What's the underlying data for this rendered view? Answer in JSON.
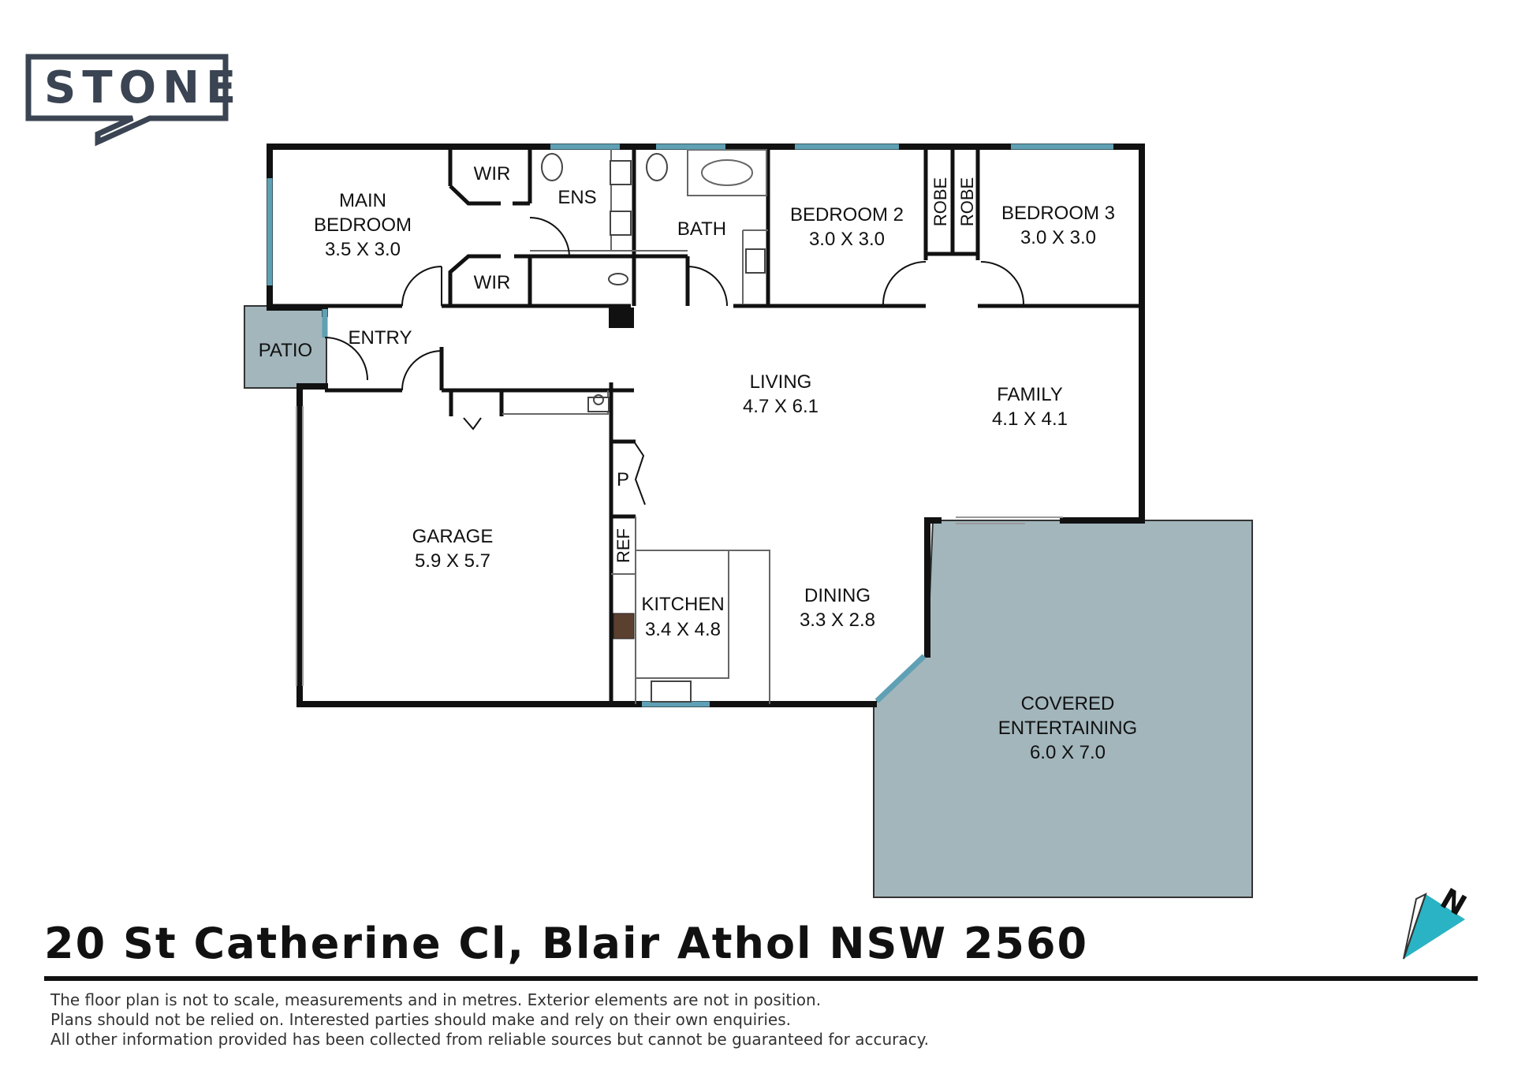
{
  "logo": {
    "text": "STONE"
  },
  "rooms": {
    "main_bedroom": {
      "name_line1": "MAIN",
      "name_line2": "BEDROOM",
      "size": "3.5 X 3.0"
    },
    "wir_top": {
      "name": "WIR"
    },
    "wir_bottom": {
      "name": "WIR"
    },
    "ens": {
      "name": "ENS"
    },
    "bath": {
      "name": "BATH"
    },
    "bedroom2": {
      "name": "BEDROOM 2",
      "size": "3.0 X 3.0"
    },
    "robe1": {
      "name": "ROBE"
    },
    "robe2": {
      "name": "ROBE"
    },
    "bedroom3": {
      "name": "BEDROOM 3",
      "size": "3.0 X 3.0"
    },
    "patio": {
      "name": "PATIO"
    },
    "entry": {
      "name": "ENTRY"
    },
    "living": {
      "name": "LIVING",
      "size": "4.7 X 6.1"
    },
    "family": {
      "name": "FAMILY",
      "size": "4.1 X 4.1"
    },
    "garage": {
      "name": "GARAGE",
      "size": "5.9 X 5.7"
    },
    "pantry": {
      "name": "P"
    },
    "ref": {
      "name": "REF"
    },
    "kitchen": {
      "name": "KITCHEN",
      "size": "3.4 X 4.8"
    },
    "dining": {
      "name": "DINING",
      "size": "3.3 X 2.8"
    },
    "covered_entertaining": {
      "name_line1": "COVERED",
      "name_line2": "ENTERTAINING",
      "size": "6.0 X 7.0"
    }
  },
  "compass": {
    "label": "N"
  },
  "address": "20 St Catherine Cl, Blair Athol NSW 2560",
  "disclaimer": [
    "The floor plan is not to scale, measurements and in metres. Exterior elements are not in position.",
    "Plans should not be relied on. Interested parties should make and rely on their own enquiries.",
    "All other information provided has been collected from reliable sources but cannot be guaranteed for accuracy."
  ],
  "colors": {
    "outdoor_fill": "#a2b6bc",
    "window": "#5fa0b4",
    "wall": "#111111",
    "logo": "#3a4452",
    "compass": "#2ab3c4"
  }
}
